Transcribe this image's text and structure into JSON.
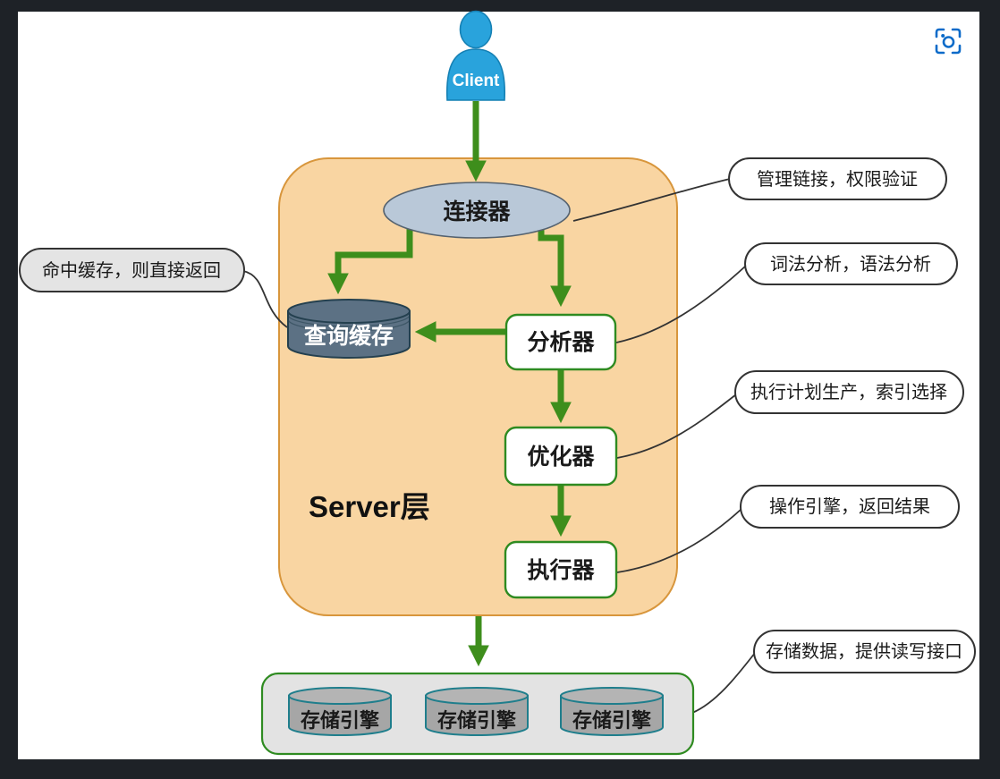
{
  "frame": {
    "background": "#1E2227",
    "canvas": "#FFFFFF"
  },
  "toolbar": {
    "capture_icon": "screenshot-capture-icon"
  },
  "diagram": {
    "client": {
      "label": "Client"
    },
    "server_layer": {
      "label": "Server层"
    },
    "nodes": {
      "connector": {
        "label": "连接器"
      },
      "query_cache": {
        "label": "查询缓存"
      },
      "analyzer": {
        "label": "分析器"
      },
      "optimizer": {
        "label": "优化器"
      },
      "executor": {
        "label": "执行器"
      }
    },
    "storage": {
      "engines": [
        {
          "label": "存储引擎"
        },
        {
          "label": "存储引擎"
        },
        {
          "label": "存储引擎"
        }
      ]
    },
    "callouts": {
      "connector": {
        "label": "管理链接，权限验证"
      },
      "analyzer": {
        "label": "词法分析，语法分析"
      },
      "optimizer": {
        "label": "执行计划生产，索引选择"
      },
      "executor": {
        "label": "操作引擎，返回结果"
      },
      "storage": {
        "label": "存储数据，提供读写接口"
      },
      "query_cache": {
        "label": "命中缓存，则直接返回"
      }
    },
    "colors": {
      "arrow_green": "#3E8E1C",
      "node_border_green": "#2F8B21",
      "server_fill": "#F9D5A2",
      "server_border": "#D8963C",
      "connector_fill": "#B9C8D8",
      "connector_border": "#55626F",
      "cache_fill": "#5C7184",
      "cache_border": "#24404F",
      "client_blue": "#29A3DC",
      "client_border": "#1580B4",
      "storage_box_fill": "#E3E3E3",
      "engine_fill": "#A6A6A6",
      "engine_top_fill": "#B4B4B4",
      "engine_border": "#1F7E8C",
      "callout_line": "#333333",
      "callout_grey": "#E4E4E4",
      "icon_blue": "#0C6BC9"
    }
  }
}
